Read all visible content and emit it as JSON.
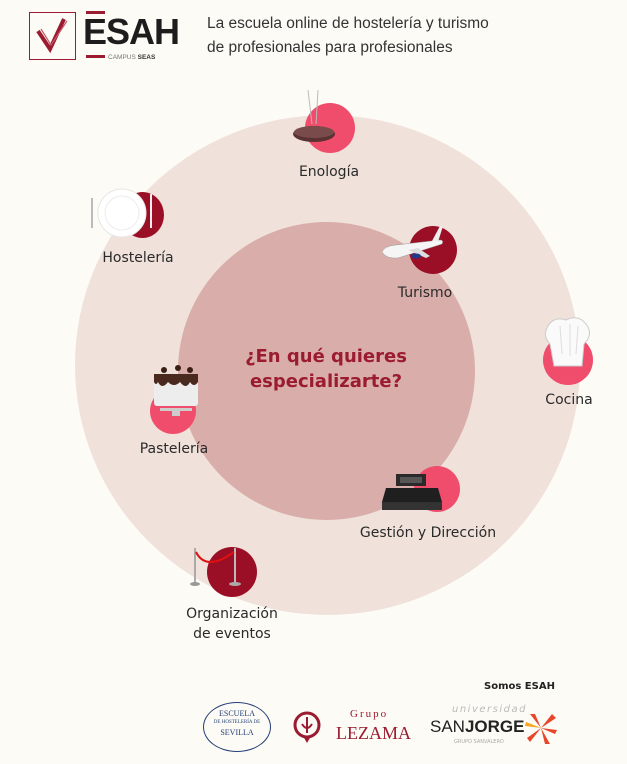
{
  "header": {
    "logo_text": "ESAH",
    "logo_sub_1": "CAMPUS",
    "logo_sub_2": "SEAS",
    "tagline_1": "La escuela online de hostelería y turismo",
    "tagline_2": "de profesionales para profesionales"
  },
  "main": {
    "question": "¿En qué quieres especializarte?",
    "specialties": [
      {
        "label": "Enología",
        "icon": "decanter-icon",
        "badge": "#f04c6c"
      },
      {
        "label": "Hostelería",
        "icon": "plate-icon",
        "badge": "#9b0f26"
      },
      {
        "label": "Turismo",
        "icon": "airplane-icon",
        "badge": "#9b0f26"
      },
      {
        "label": "Cocina",
        "icon": "chef-hat-icon",
        "badge": "#f04c6c"
      },
      {
        "label": "Pastelería",
        "icon": "cake-icon",
        "badge": "#f04c6c"
      },
      {
        "label": "Gestión y Dirección",
        "icon": "cash-register-icon",
        "badge": "#f04c6c"
      },
      {
        "label": "Organización",
        "label_2": "de eventos",
        "icon": "stanchion-icon",
        "badge": "#9b0f26"
      }
    ]
  },
  "footer": {
    "title": "Somos ESAH",
    "partners": [
      {
        "name": "Escuela de Hostelería de Sevilla",
        "l1": "ESCUELA",
        "l2": "DE HOSTELERÍA DE",
        "l3": "SEVILLA"
      },
      {
        "name": "Grupo Lezama",
        "l1": "Grupo",
        "l2": "LEZAMA"
      },
      {
        "name": "Universidad San Jorge",
        "l1": "universidad",
        "l2": "SAN",
        "l3": "JORGE",
        "l4": "GRUPO SANVALERO"
      }
    ]
  },
  "colors": {
    "brand": "#9b1b30",
    "pink": "#f04c6c",
    "outer": "#f0e2da",
    "inner": "#d9aeaa"
  }
}
